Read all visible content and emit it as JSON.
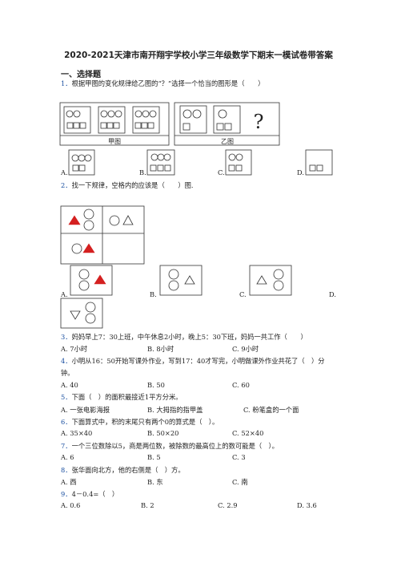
{
  "title": "2020-2021天津市南开翔宇学校小学三年级数学下期末一模试卷带答案",
  "section_label": "一、选择题",
  "questions": [
    {
      "num": "1．",
      "text": "根据甲图的变化规律给乙图的“？”选择一个恰当的图形是（　　）",
      "figure_labels": {
        "jia": "甲图",
        "yi": "乙图",
        "question_mark": "?"
      },
      "options": [
        "A.",
        "B.",
        "C.",
        "D."
      ]
    },
    {
      "num": "2．",
      "text": "找一下规律，空格内的应该是（　　）图.",
      "options": [
        "A.",
        "B.",
        "C.",
        "D."
      ]
    },
    {
      "num": "3．",
      "text": "妈妈早上7：30上班，中午休息2小时，晚上5：30下班，妈妈一共工作（　　）",
      "options": [
        "A. 7小时",
        "B. 8小时",
        "C. 9小时"
      ]
    },
    {
      "num": "4．",
      "text": "小明从16：50开始写课外作业，写到17：40才写完，小明做课外作业共花了（　）分",
      "text2": "钟。",
      "options": [
        "A. 40",
        "B. 50",
        "C. 60"
      ]
    },
    {
      "num": "5．",
      "text": "下面（　）的面积最接近1平方分米。",
      "options": [
        "A. 一张电影海报",
        "B. 大拇指的指甲盖",
        "C. 粉笔盒的一个面"
      ]
    },
    {
      "num": "6．",
      "text": "下面算式中，积的末尾只有两个0的算式是（　）。",
      "options": [
        "A. 35×40",
        "B. 50×20",
        "C. 52×40"
      ]
    },
    {
      "num": "7．",
      "text": "一个三位数除以5，商是两位数，被除数的最高位上的数可能是（　）。",
      "options": [
        "A. 6",
        "B. 5",
        "C. 3"
      ]
    },
    {
      "num": "8．",
      "text": "张华面向北方，他的右侧是（　）方。",
      "options": [
        "A. 西",
        "B. 东",
        "C. 南"
      ]
    },
    {
      "num": "9．",
      "text": "4－0.4=（　）",
      "options": [
        "A. 0.6",
        "B. 2",
        "C. 2.9",
        "D. 3.6"
      ]
    }
  ],
  "colors": {
    "red_triangle": "#d42020",
    "question_number": "#1a4fa0"
  }
}
